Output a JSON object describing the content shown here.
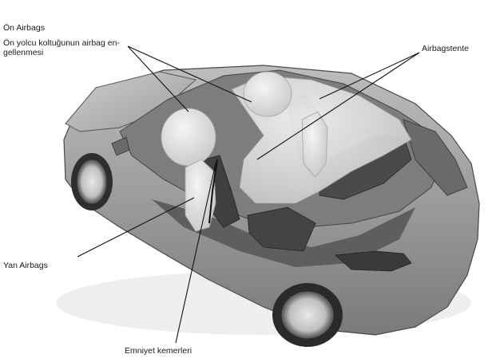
{
  "labels": {
    "front_airbags": "Ön Airbags",
    "passenger_airbag_line1": "Ön yolcu koltuğunun airbag en-",
    "passenger_airbag_line2": "gellenmesi",
    "curtain_airbags": "Airbagstente",
    "side_airbags": "Yan Airbags",
    "seat_belts": "Emniyet kemerleri"
  },
  "colors": {
    "body": "#8f8f8f",
    "body_light": "#b5b5b5",
    "body_dark": "#5e5e5e",
    "interior": "#6f6f6f",
    "airbag": "#e2e2e2",
    "line": "#111111"
  }
}
